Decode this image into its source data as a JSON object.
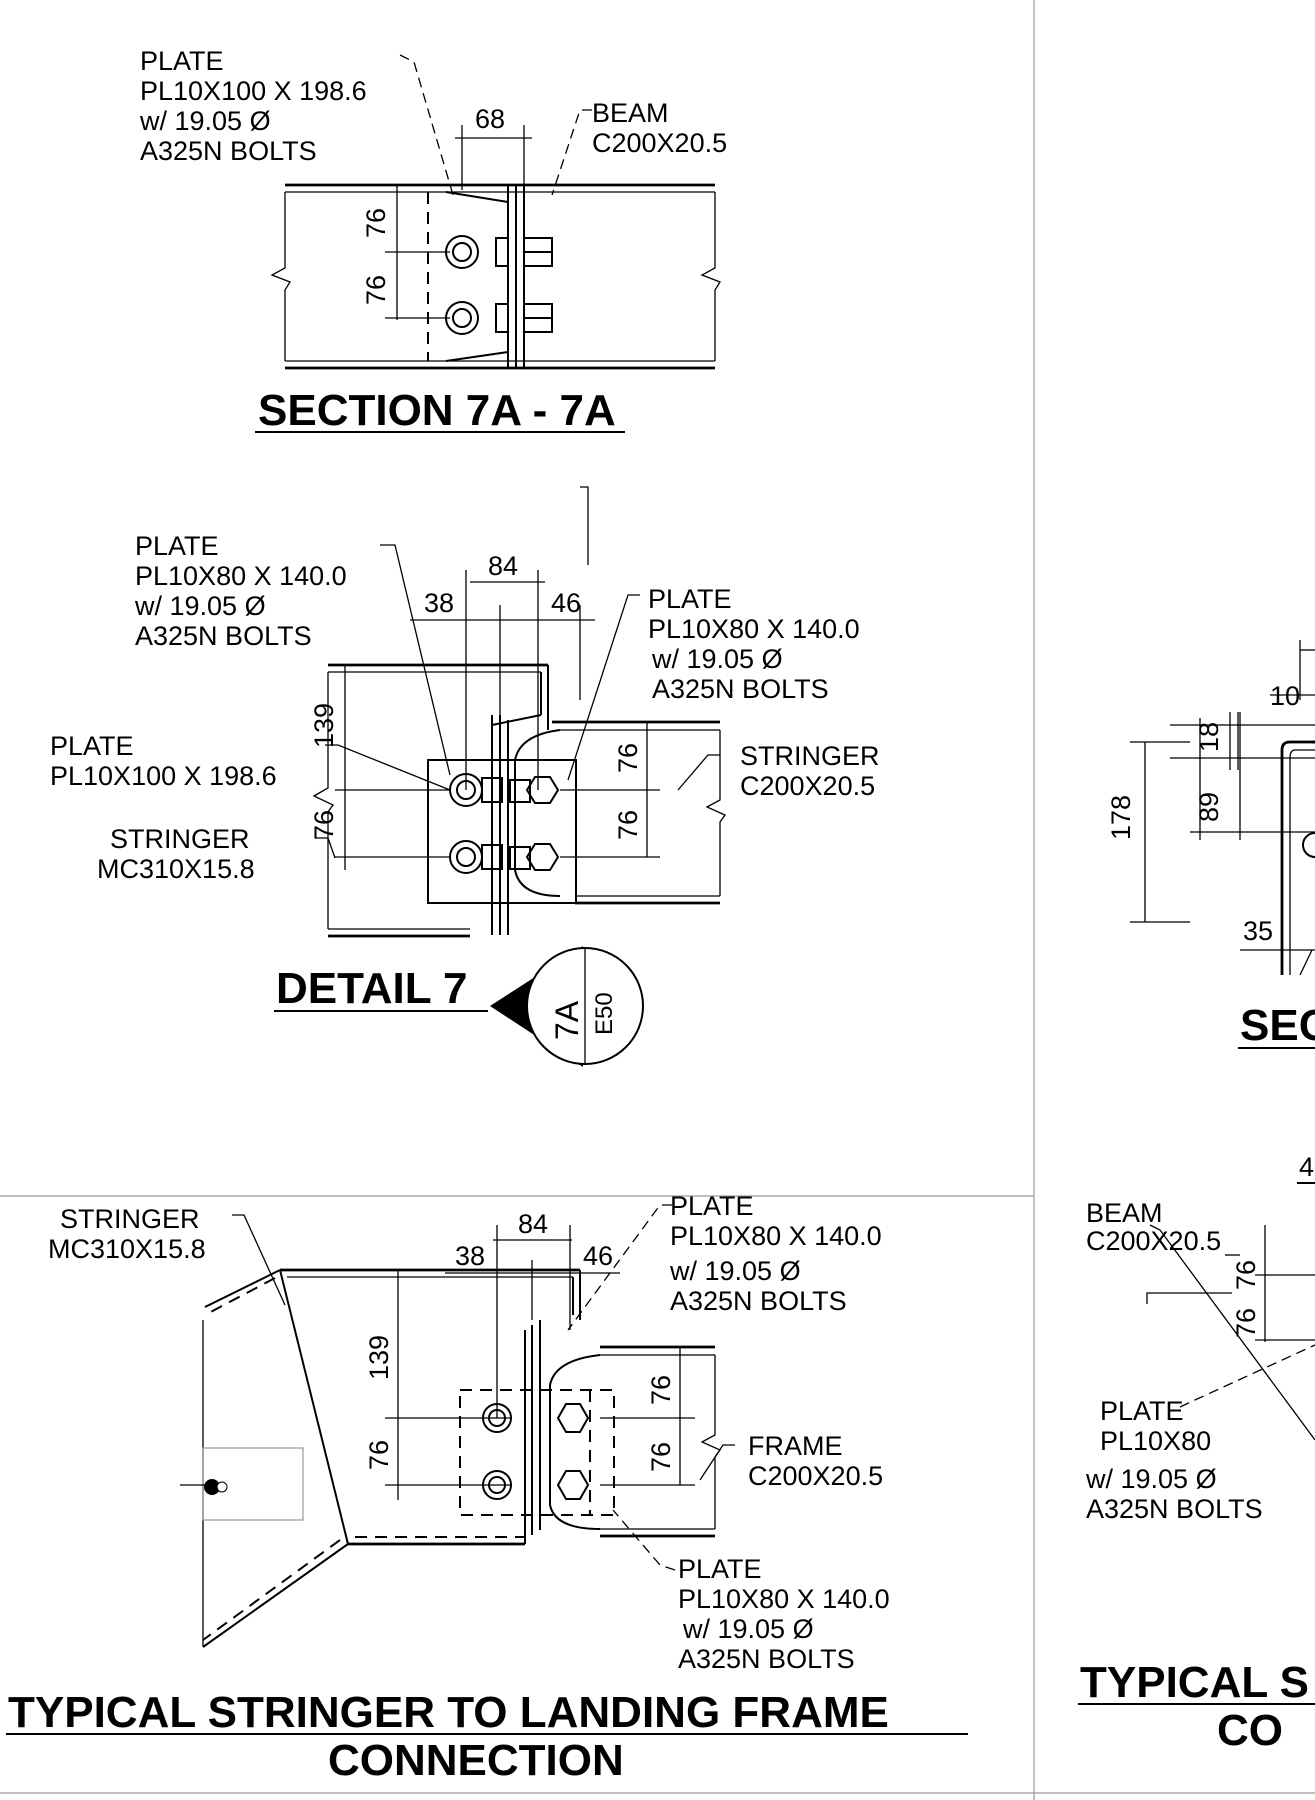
{
  "section_7a": {
    "plate_label": [
      "PLATE",
      "PL10X100 X 198.6",
      "w/ 19.05 Ø",
      "A325N BOLTS"
    ],
    "beam_label": [
      "BEAM",
      "C200X20.5"
    ],
    "dims": [
      "68",
      "76",
      "76"
    ],
    "title": "SECTION 7A - 7A"
  },
  "detail_7": {
    "plate_left_label": [
      "PLATE",
      "PL10X80 X 140.0",
      "w/ 19.05 Ø",
      "A325N BOLTS"
    ],
    "plate_right_label": [
      "PLATE",
      "PL10X80 X 140.0",
      "w/ 19.05 Ø",
      "A325N BOLTS"
    ],
    "plate_big_label": [
      "PLATE",
      "PL10X100 X 198.6"
    ],
    "stringer_right_label": [
      "STRINGER",
      "C200X20.5"
    ],
    "stringer_left_label": [
      "STRINGER",
      "MC310X15.8"
    ],
    "dims": [
      "84",
      "38",
      "46",
      "139",
      "76",
      "76",
      "76"
    ],
    "title": "DETAIL 7",
    "section_marker": {
      "top": "7A",
      "bottom": "E50"
    }
  },
  "landing_frame": {
    "stringer_label": [
      "STRINGER",
      "MC310X15.8"
    ],
    "plate_top_label": [
      "PLATE",
      "PL10X80 X 140.0",
      "w/ 19.05 Ø",
      "A325N BOLTS"
    ],
    "frame_label": [
      "FRAME",
      "C200X20.5"
    ],
    "plate_bottom_label": [
      "PLATE",
      "PL10X80 X 140.0",
      "w/ 19.05 Ø",
      "A325N BOLTS"
    ],
    "dims": [
      "84",
      "38",
      "46",
      "139",
      "76",
      "76",
      "76"
    ],
    "title": [
      "TYPICAL STRINGER TO LANDING FRAME",
      "CONNECTION"
    ]
  },
  "right_partial": {
    "dims_upper": [
      "10",
      "18",
      "178",
      "89",
      "35"
    ],
    "title_upper": "SEC",
    "beam_label": [
      "BEAM",
      "C200X20.5"
    ],
    "dims_lower": [
      "4",
      "76",
      "76"
    ],
    "plate_label": [
      "PLATE",
      "PL10X80",
      "w/ 19.05 Ø",
      "A325N BOLTS"
    ],
    "title_lower": [
      "TYPICAL S",
      "CO"
    ]
  }
}
